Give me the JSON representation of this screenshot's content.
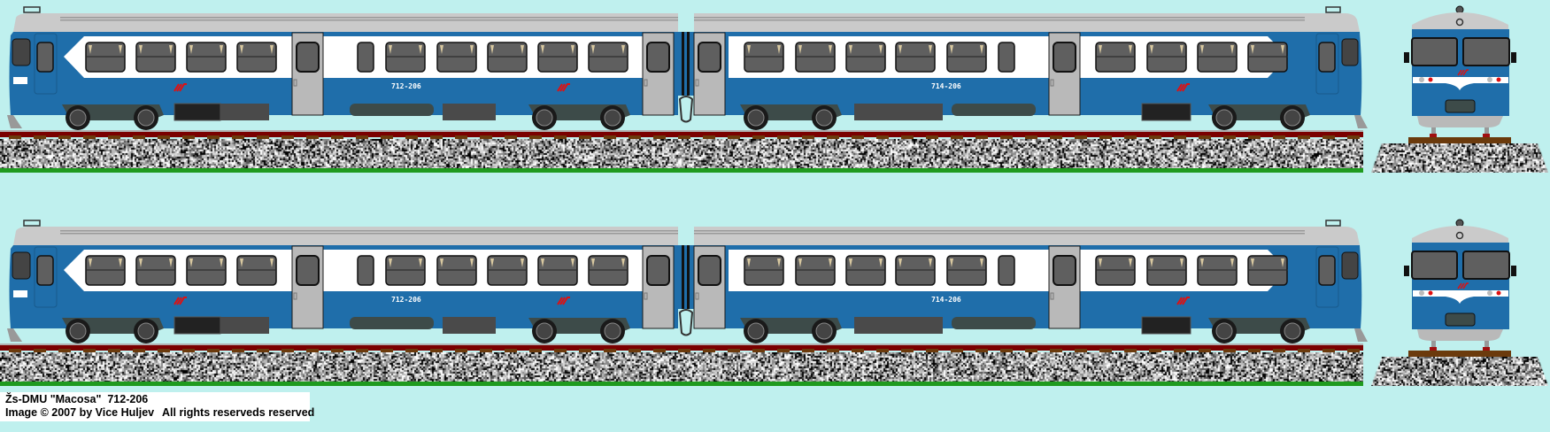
{
  "train": {
    "car1_number": "712-206",
    "car2_number": "714-206"
  },
  "caption": {
    "title": "Žs-DMU \"Macosa\"  712-206",
    "copyright": "Image © 2007 by Vice Huljev",
    "rights": "All rights reserveds reserved"
  },
  "colors": {
    "background": "#bff0ee",
    "body_blue": "#1f6eaa",
    "band_white": "#ffffff",
    "roof_grey": "#cacaca",
    "door_grey": "#b9b9b9",
    "window_glass": "#5f5f5f",
    "rail_red": "#7a0000",
    "sleeper_brown": "#6b3a0c",
    "grass_green": "#1f9a1f",
    "logo_red": "#e01010"
  }
}
